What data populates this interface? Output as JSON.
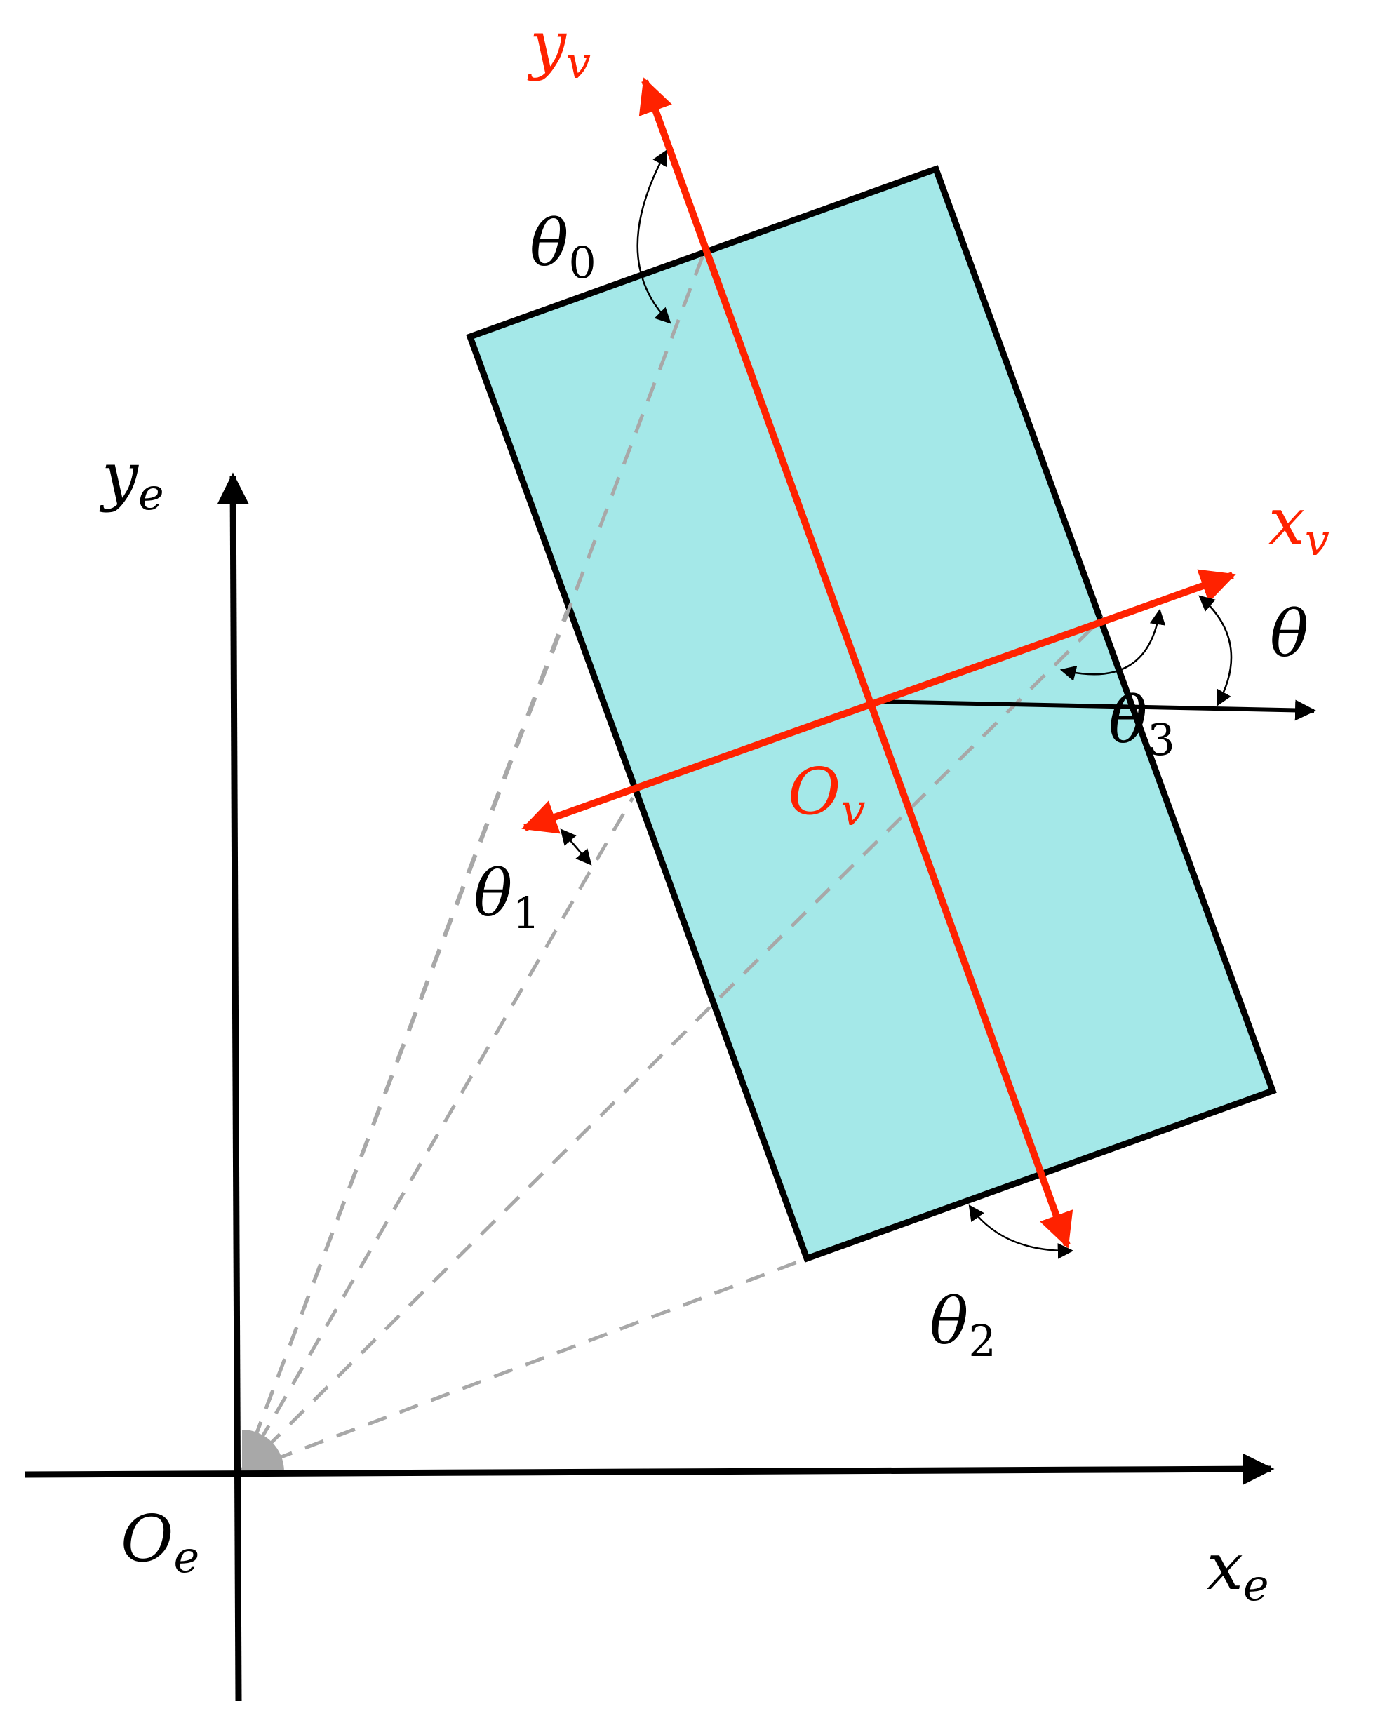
{
  "colors": {
    "body_fill": "#a4e8e8",
    "frame_red": "#ff2200",
    "ink": "#000000",
    "dash_grey": "#a8a8a8"
  },
  "labels": {
    "ye": {
      "base": "y",
      "sub": "e"
    },
    "xe": {
      "base": "x",
      "sub": "e"
    },
    "Oe": {
      "base": "O",
      "sub": "e"
    },
    "yv": {
      "base": "y",
      "sub": "v"
    },
    "xv": {
      "base": "x",
      "sub": "v"
    },
    "Ov": {
      "base": "O",
      "sub": "v"
    },
    "theta": {
      "base": "θ",
      "sub": ""
    },
    "theta0": {
      "base": "θ",
      "sub": "0"
    },
    "theta1": {
      "base": "θ",
      "sub": "1"
    },
    "theta2": {
      "base": "θ",
      "sub": "2"
    },
    "theta3": {
      "base": "θ",
      "sub": "3"
    }
  }
}
